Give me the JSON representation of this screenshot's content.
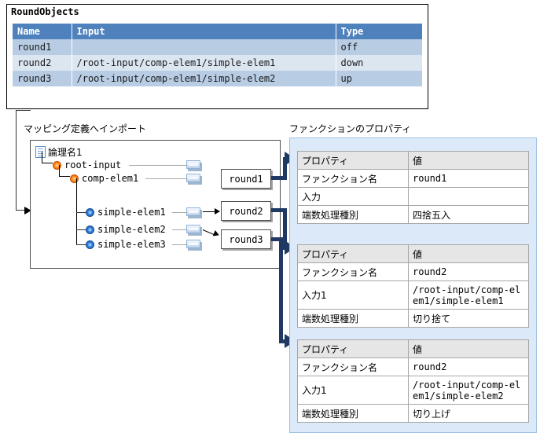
{
  "round_objects": {
    "title": "RoundObjects",
    "columns": [
      "Name",
      "Input",
      "Type"
    ],
    "rows": [
      {
        "name": "round1",
        "input": "",
        "type": "off"
      },
      {
        "name": "round2",
        "input": "/root-input/comp-elem1/simple-elem1",
        "type": "down"
      },
      {
        "name": "round3",
        "input": "/root-input/comp-elem1/simple-elem2",
        "type": "up"
      }
    ]
  },
  "captions": {
    "left": "マッピング定義へインポート",
    "right": "ファンクションのプロパティ"
  },
  "tree": {
    "root_label": "論理名1",
    "nodes": [
      {
        "label": "root-input",
        "icon": "orange-node-icon"
      },
      {
        "label": "comp-elem1",
        "icon": "orange-node-icon"
      },
      {
        "label": "simple-elem1",
        "icon": "blue-node-icon"
      },
      {
        "label": "simple-elem2",
        "icon": "blue-node-icon"
      },
      {
        "label": "simple-elem3",
        "icon": "blue-node-icon"
      }
    ]
  },
  "function_boxes": [
    {
      "label": "round1"
    },
    {
      "label": "round2"
    },
    {
      "label": "round3"
    }
  ],
  "properties": {
    "header": {
      "key": "プロパティ",
      "value": "値"
    },
    "tables": [
      {
        "rows": [
          {
            "key": "ファンクション名",
            "value": "round1"
          },
          {
            "key": "入力",
            "value": ""
          },
          {
            "key": "端数処理種別",
            "value": "四捨五入"
          }
        ]
      },
      {
        "rows": [
          {
            "key": "ファンクション名",
            "value": "round2"
          },
          {
            "key": "入力1",
            "value": "/root-input/comp-elem1/simple-elem1"
          },
          {
            "key": "端数処理種別",
            "value": "切り捨て"
          }
        ]
      },
      {
        "rows": [
          {
            "key": "ファンクション名",
            "value": "round2"
          },
          {
            "key": "入力1",
            "value": "/root-input/comp-elem1/simple-elem2"
          },
          {
            "key": "端数処理種別",
            "value": "切り上げ"
          }
        ]
      }
    ]
  },
  "colors": {
    "table_header": "#4f81bd",
    "row_odd": "#b8cce4",
    "row_even": "#dce6f1",
    "panel_blue": "#dce9f8",
    "connector_navy": "#1f3864",
    "prop_header_gray": "#e6e6e6"
  }
}
